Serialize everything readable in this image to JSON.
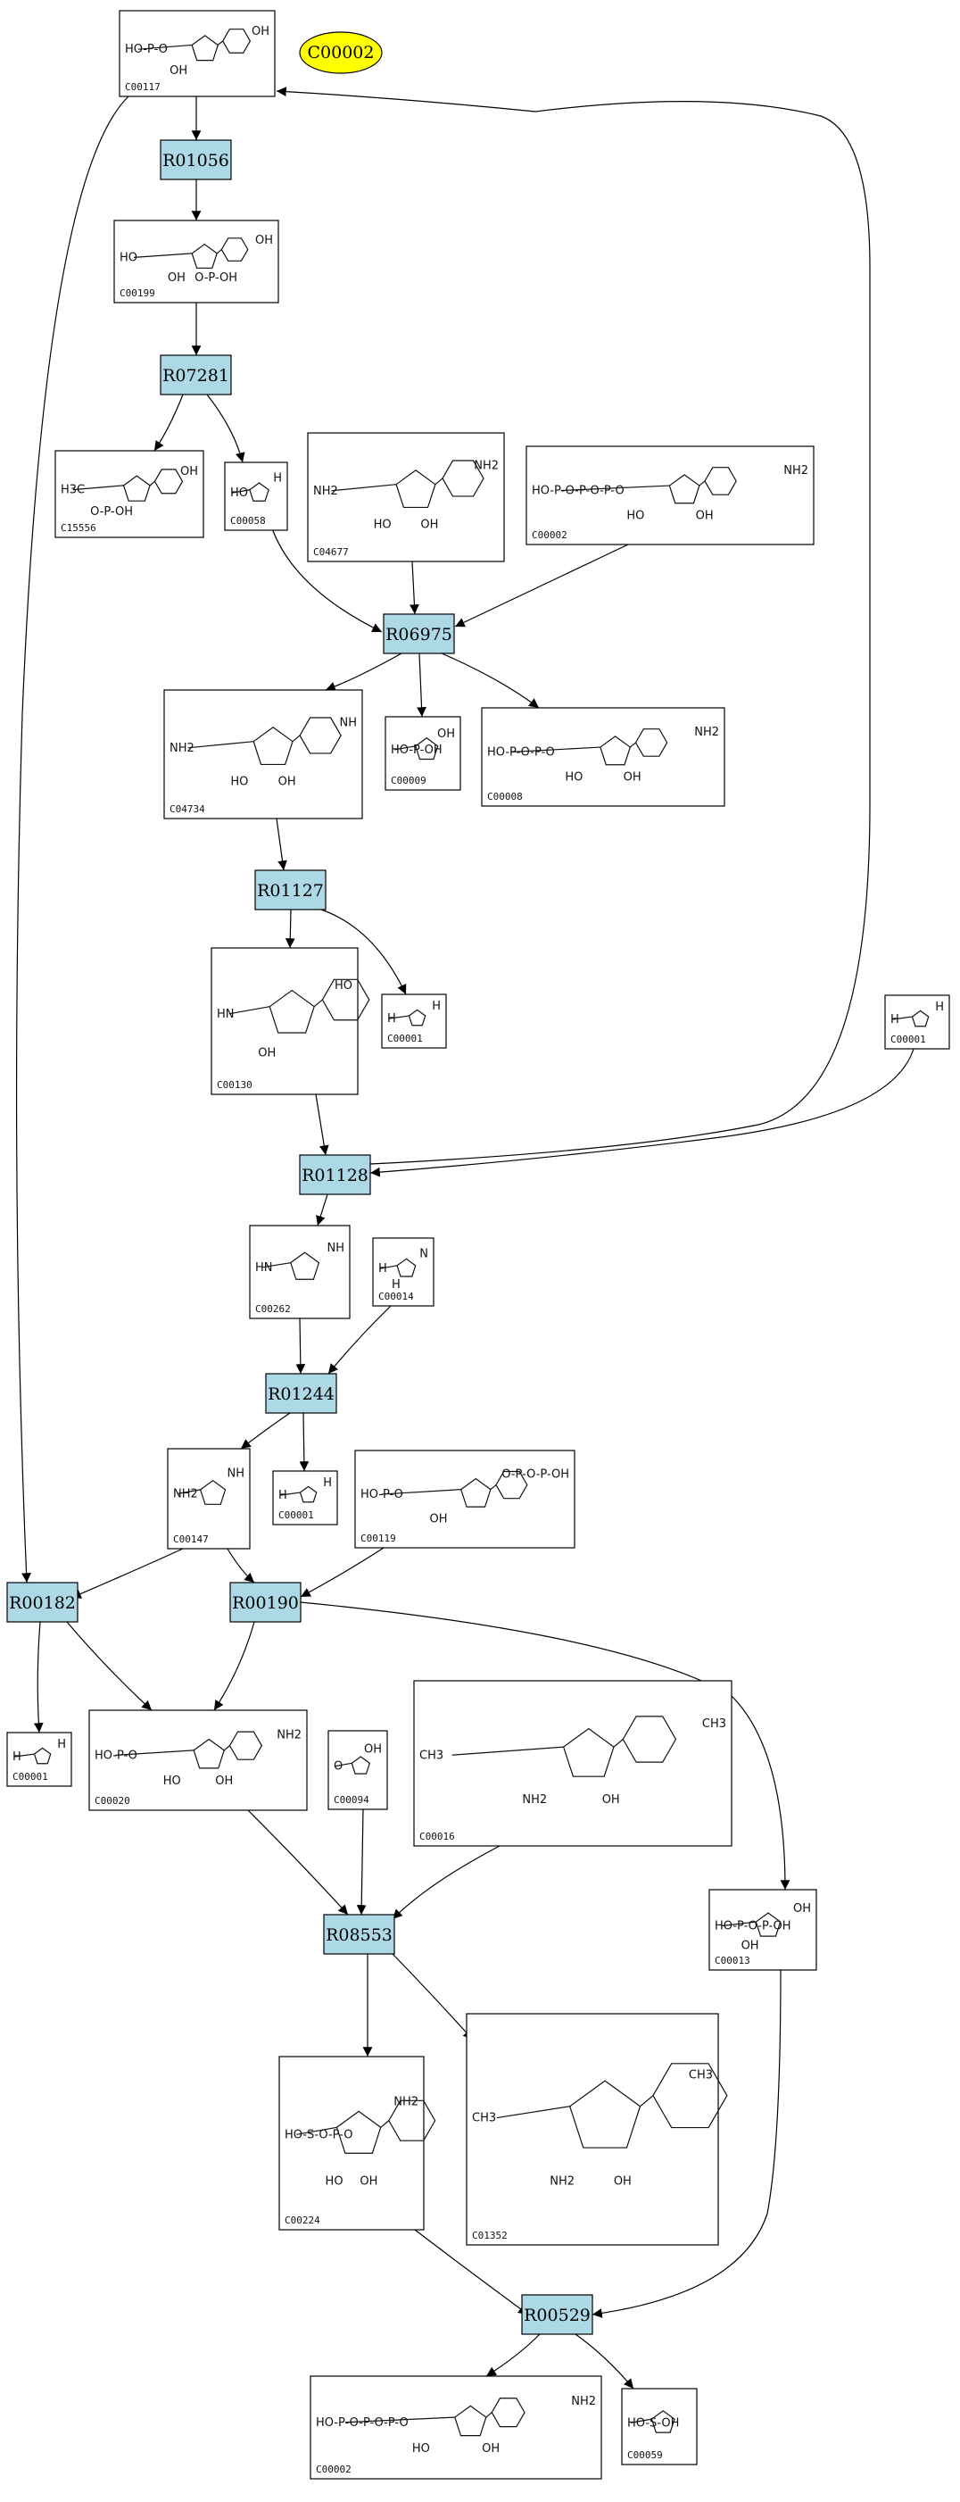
{
  "highlight": {
    "label": "C00002",
    "color": "#ffff00"
  },
  "colors": {
    "reaction_fill": "#add8e6",
    "compound_fill": "#ffffff",
    "stroke": "#000000"
  },
  "reactions": [
    {
      "id": "R01056"
    },
    {
      "id": "R07281"
    },
    {
      "id": "R06975"
    },
    {
      "id": "R01127"
    },
    {
      "id": "R01128"
    },
    {
      "id": "R01244"
    },
    {
      "id": "R00182"
    },
    {
      "id": "R00190"
    },
    {
      "id": "R08553"
    },
    {
      "id": "R00529"
    }
  ],
  "compounds": [
    {
      "key": "c117",
      "id": "C00117",
      "atoms": [
        "HO-P-O",
        "OH",
        "OH"
      ]
    },
    {
      "key": "c199",
      "id": "C00199",
      "atoms": [
        "HO",
        "OH",
        "OH",
        "O-P-OH"
      ]
    },
    {
      "key": "c15556",
      "id": "C15556",
      "atoms": [
        "H3C",
        "OH",
        "O-P-OH"
      ]
    },
    {
      "key": "c58",
      "id": "C00058",
      "atoms": [
        "HO",
        "H"
      ]
    },
    {
      "key": "c4677",
      "id": "C04677",
      "atoms": [
        "NH2",
        "NH2",
        "HO",
        "OH"
      ]
    },
    {
      "key": "c2a",
      "id": "C00002",
      "atoms": [
        "HO-P-O-P-O-P-O",
        "NH2",
        "HO",
        "OH"
      ]
    },
    {
      "key": "c4734",
      "id": "C04734",
      "atoms": [
        "NH2",
        "NH",
        "HO",
        "OH"
      ]
    },
    {
      "key": "c9",
      "id": "C00009",
      "atoms": [
        "HO-P-OH",
        "OH"
      ]
    },
    {
      "key": "c8",
      "id": "C00008",
      "atoms": [
        "HO-P-O-P-O",
        "NH2",
        "HO",
        "OH"
      ]
    },
    {
      "key": "c130",
      "id": "C00130",
      "atoms": [
        "HN",
        "HO",
        "OH"
      ]
    },
    {
      "key": "c1a",
      "id": "C00001",
      "atoms": [
        "H",
        "H"
      ]
    },
    {
      "key": "c1b",
      "id": "C00001",
      "atoms": [
        "H",
        "H"
      ]
    },
    {
      "key": "c262",
      "id": "C00262",
      "atoms": [
        "HN",
        "NH"
      ]
    },
    {
      "key": "c14",
      "id": "C00014",
      "atoms": [
        "H",
        "N",
        "H"
      ]
    },
    {
      "key": "c147",
      "id": "C00147",
      "atoms": [
        "NH2",
        "NH"
      ]
    },
    {
      "key": "c1c",
      "id": "C00001",
      "atoms": [
        "H",
        "H"
      ]
    },
    {
      "key": "c119",
      "id": "C00119",
      "atoms": [
        "HO-P-O",
        "O-P-O-P-OH",
        "OH"
      ]
    },
    {
      "key": "c1d",
      "id": "C00001",
      "atoms": [
        "H",
        "H"
      ]
    },
    {
      "key": "c20",
      "id": "C00020",
      "atoms": [
        "HO-P-O",
        "NH2",
        "HO",
        "OH"
      ]
    },
    {
      "key": "c94",
      "id": "C00094",
      "atoms": [
        "O",
        "OH"
      ]
    },
    {
      "key": "c16",
      "id": "C00016",
      "atoms": [
        "CH3",
        "CH3",
        "NH2",
        "OH"
      ]
    },
    {
      "key": "c13",
      "id": "C00013",
      "atoms": [
        "HO-P-O-P-OH",
        "OH",
        "OH"
      ]
    },
    {
      "key": "c224",
      "id": "C00224",
      "atoms": [
        "HO-S-O-P-O",
        "NH2",
        "HO",
        "OH"
      ]
    },
    {
      "key": "c1352",
      "id": "C01352",
      "atoms": [
        "CH3",
        "CH3",
        "NH2",
        "OH"
      ]
    },
    {
      "key": "c2b",
      "id": "C00002",
      "atoms": [
        "HO-P-O-P-O-P-O",
        "NH2",
        "HO",
        "OH"
      ]
    },
    {
      "key": "c59",
      "id": "C00059",
      "atoms": [
        "HO-S-OH"
      ]
    }
  ]
}
